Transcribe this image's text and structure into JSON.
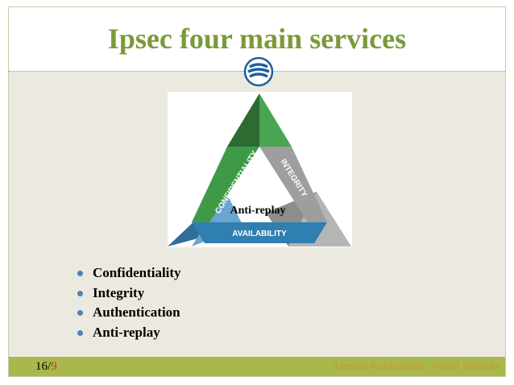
{
  "slide": {
    "title": "Ipsec four main services",
    "diagram": {
      "labels": {
        "left_side": "CONFIDENTIALITY",
        "right_side": "INTEGRITY",
        "bottom_side": "AVAILABILITY",
        "center": "Anti-replay"
      },
      "colors": {
        "green": "#3a9a4a",
        "gray": "#9a9a9a",
        "blue": "#2f7fb0"
      }
    },
    "bullets": [
      "Confidentiality",
      "Integrity",
      "Authentication",
      "Anti-replay"
    ],
    "footer": {
      "page_current": "16/",
      "page_total": "9",
      "authors": "Ahmad Rahmanian, Vahid Shahabi"
    }
  }
}
